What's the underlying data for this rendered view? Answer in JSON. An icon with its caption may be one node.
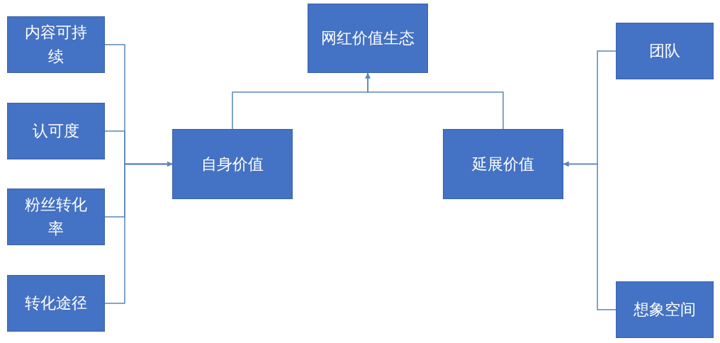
{
  "diagram": {
    "nodes": [
      {
        "text": [
          "网红价值生态"
        ]
      },
      {
        "text": [
          "内容可持续"
        ]
      },
      {
        "text": [
          "认可度"
        ]
      },
      {
        "text": [
          "粉丝转化率"
        ]
      },
      {
        "text": [
          "转化途径"
        ]
      },
      {
        "text": [
          "自身价值"
        ]
      },
      {
        "text": [
          "延展价值"
        ]
      },
      {
        "text": [
          "团队"
        ]
      },
      {
        "text": [
          "想象空间"
        ]
      }
    ],
    "edges": [
      {
        "from": 1,
        "to": 5,
        "arrow": "to"
      },
      {
        "from": 2,
        "to": 5,
        "arrow": "to"
      },
      {
        "from": 3,
        "to": 5,
        "arrow": "to"
      },
      {
        "from": 4,
        "to": 5,
        "arrow": "to"
      },
      {
        "from": 7,
        "to": 6,
        "arrow": "to"
      },
      {
        "from": 8,
        "to": 6,
        "arrow": "to"
      },
      {
        "from": 5,
        "to": 0,
        "arrow": "to"
      },
      {
        "from": 6,
        "to": 0,
        "arrow": "to"
      }
    ]
  }
}
